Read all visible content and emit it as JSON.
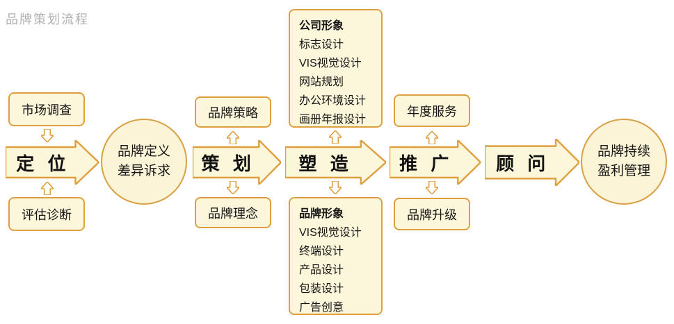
{
  "title": "品牌策划流程",
  "colors": {
    "outline_orange": "#DF9F3F",
    "fill_cream": "#FCF6DA",
    "title_gray": "#B0AFAD",
    "text_black": "#161616"
  },
  "flow": {
    "positioning": {
      "label": "定 位",
      "top_box": "市场调查",
      "bottom_box": "评估诊断"
    },
    "circle1": {
      "line1": "品牌定义",
      "line2": "差异诉求"
    },
    "planning": {
      "label": "策 划",
      "top_box": "品牌策略",
      "bottom_box": "品牌理念"
    },
    "shaping": {
      "label": "塑 造",
      "top_list": {
        "header": "公司形象",
        "items": [
          "标志设计",
          "VIS视觉设计",
          "网站规划",
          "办公环境设计",
          "画册年报设计"
        ]
      },
      "bottom_list": {
        "header": "品牌形象",
        "items": [
          "VIS视觉设计",
          "终端设计",
          "产品设计",
          "包装设计",
          "广告创意"
        ]
      }
    },
    "promotion": {
      "label": "推 广",
      "top_box": "年度服务",
      "bottom_box": "品牌升级"
    },
    "consulting": {
      "label": "顾 问"
    },
    "circle2": {
      "line1": "品牌持续",
      "line2": "盈利管理"
    }
  }
}
